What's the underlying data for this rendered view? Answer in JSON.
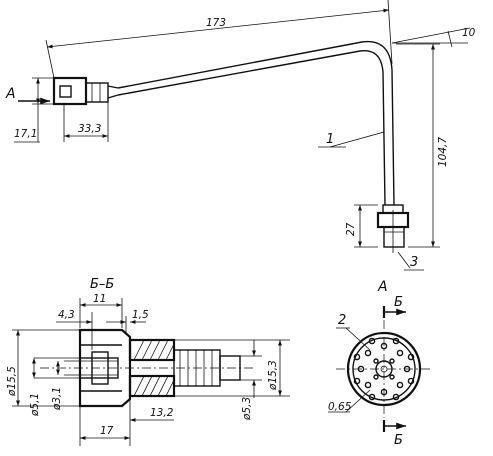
{
  "view_labels": {
    "arrow_view": "A",
    "section_title": "Б–Б",
    "view_a_title": "A",
    "cut_top": "Б",
    "cut_bottom": "Б"
  },
  "callouts": {
    "tube": "1",
    "holes": "2",
    "fitting": "3"
  },
  "dimensions": {
    "length_total": "173",
    "angle": "10",
    "height": "104,7",
    "fitting_height": "27",
    "head_width": "17,1",
    "head_length": "33,3",
    "sec_11": "11",
    "sec_4_3": "4,3",
    "sec_1_5": "1,5",
    "sec_d15_5": "ø15,5",
    "sec_d5_1": "ø5,1",
    "sec_d3_1": "ø3,1",
    "sec_d5_3": "ø5,3",
    "sec_d15_3": "ø15,3",
    "sec_13_2": "13,2",
    "sec_17": "17",
    "hole_dia": "0,65"
  }
}
